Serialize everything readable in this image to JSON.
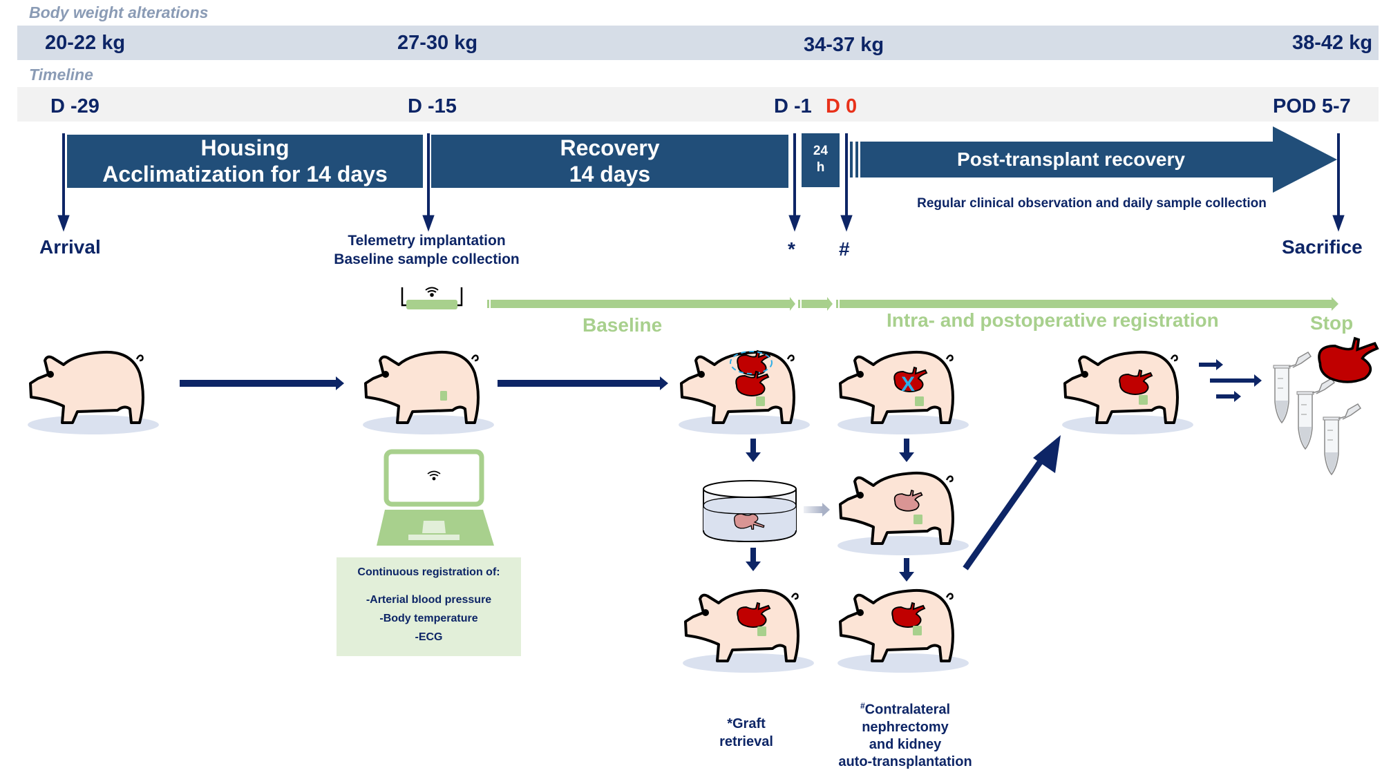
{
  "body_weight": {
    "section_label": "Body weight alterations",
    "values": [
      "20-22 kg",
      "27-30 kg",
      "34-37 kg",
      "38-42 kg"
    ]
  },
  "timeline": {
    "section_label": "Timeline",
    "days": {
      "d_minus_29": "D -29",
      "d_minus_15": "D -15",
      "d_minus_1": "D -1",
      "d_0": "D 0",
      "pod": "POD 5-7"
    },
    "highlight_color": "#e8311a"
  },
  "phases": {
    "housing": {
      "line1": "Housing",
      "line2": "Acclimatization for 14 days"
    },
    "recovery": {
      "line1": "Recovery",
      "line2": "14 days"
    },
    "interval": {
      "line1": "24",
      "line2": "h"
    },
    "post_transplant": {
      "label": "Post-transplant recovery",
      "sublabel": "Regular clinical observation and daily sample collection"
    }
  },
  "events": {
    "arrival": "Arrival",
    "telemetry_line1": "Telemetry implantation",
    "telemetry_line2": "Baseline sample collection",
    "graft_marker": "*",
    "transplant_marker": "#",
    "sacrifice": "Sacrifice"
  },
  "registration": {
    "baseline": "Baseline",
    "intra_post": "Intra- and postoperative registration",
    "stop": "Stop"
  },
  "continuous_registration": {
    "title": "Continuous registration of:",
    "items": [
      "-Arterial blood pressure",
      "-Body temperature",
      "-ECG"
    ]
  },
  "footnotes": {
    "graft_line1": "*Graft",
    "graft_line2": "retrieval",
    "transplant_sup": "#",
    "transplant_line1": "Contralateral",
    "transplant_line2": "nephrectomy",
    "transplant_line3": "and kidney",
    "transplant_line4": "auto-transplantation"
  },
  "colors": {
    "navy": "#0d2566",
    "phase_blue": "#214e79",
    "green": "#a8d08d",
    "kidney_red": "#c00000",
    "pig_fill": "#fce4d6",
    "shadow": "#dae1ef",
    "cyan": "#2eaee8"
  }
}
